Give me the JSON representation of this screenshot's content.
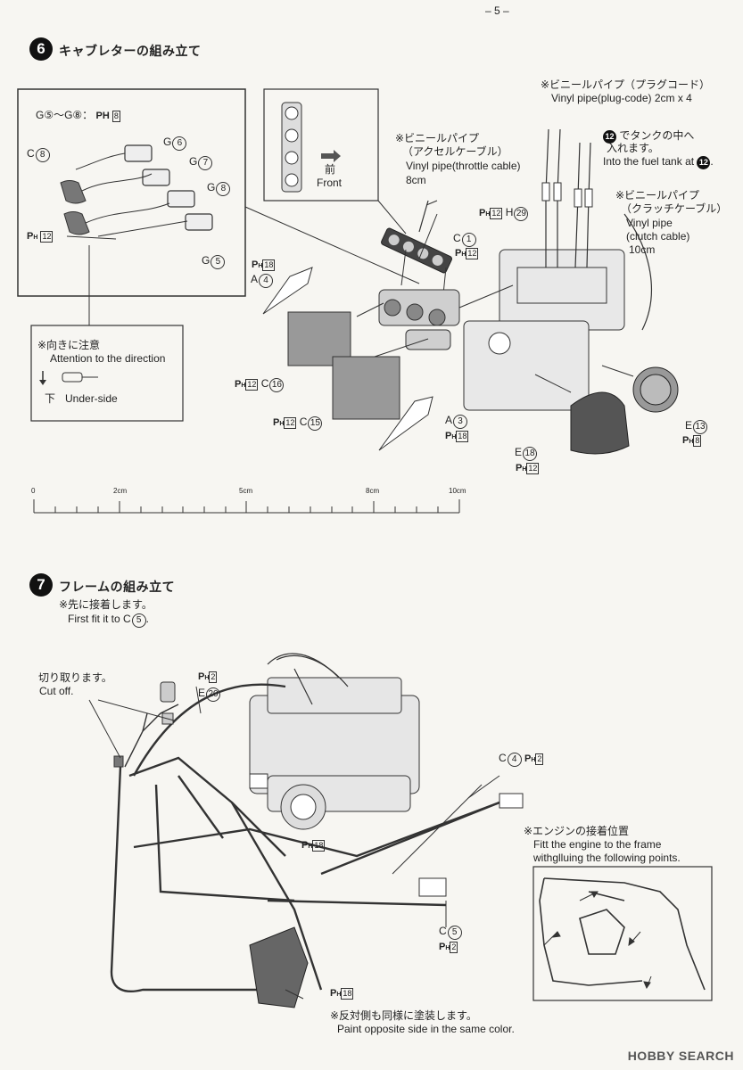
{
  "page_number": "– 5 –",
  "step6": {
    "number": "6",
    "title": "キャブレターの組み立て",
    "inset_header": "G⑤～G⑧：",
    "inset_header_paint": "PH",
    "inset_header_code": "8",
    "direction_note_jp": "※向きに注意",
    "direction_note_en": "Attention to the direction",
    "underside_jp": "下",
    "underside_en": "Under-side",
    "front_jp": "前",
    "front_en": "Front",
    "throttle_jp": "※ビニールパイプ",
    "throttle_jp2": "（アクセルケーブル）",
    "throttle_en": "Vinyl pipe(throttle cable)",
    "throttle_len": "8cm",
    "plug_jp": "※ビニールパイプ（プラグコード）",
    "plug_en": "Vinyl pipe(plug-code) 2cm x 4",
    "tank_jp": "でタンクの中へ",
    "tank_jp2": "入れます。",
    "tank_en": "Into the fuel tank at",
    "tank_ref": "12",
    "clutch_jp": "※ビニールパイプ",
    "clutch_jp2": "（クラッチケーブル）",
    "clutch_en1": "Vinyl pipe",
    "clutch_en2": "(clutch cable)",
    "clutch_len": "10cm",
    "parts": {
      "g6": "G",
      "g6n": "6",
      "g7": "G",
      "g7n": "7",
      "g8": "G",
      "g8n": "8",
      "g5": "G",
      "g5n": "5",
      "c8": "C",
      "c8n": "8",
      "inset_ph12": "12",
      "c1": "C",
      "c1n": "1",
      "c1ph": "12",
      "h29": "H",
      "h29n": "29",
      "h29ph": "12",
      "a4": "A",
      "a4n": "4",
      "a4ph": "18",
      "c16": "C",
      "c16n": "16",
      "c16ph": "12",
      "c15": "C",
      "c15n": "15",
      "c15ph": "12",
      "a3": "A",
      "a3n": "3",
      "a3ph": "18",
      "e13": "E",
      "e13n": "13",
      "e13ph": "8",
      "e18": "E",
      "e18n": "18",
      "e18ph": "12"
    }
  },
  "ruler": {
    "t0": "0",
    "t2": "2cm",
    "t5": "5cm",
    "t8": "8cm",
    "t10": "10cm"
  },
  "step7": {
    "number": "7",
    "title": "フレームの組み立て",
    "fit_jp": "※先に接着します。",
    "fit_en": "First fit it to C",
    "fit_ref": "5",
    "cut_jp": "切り取ります。",
    "cut_en": "Cut off.",
    "e20": "E",
    "e20n": "20",
    "e20ph": "2",
    "c4": "C",
    "c4n": "4",
    "c4ph": "2",
    "ph18a": "18",
    "c5": "C",
    "c5n": "5",
    "c5ph": "2",
    "ph18b": "18",
    "engine_jp": "※エンジンの接着位置",
    "engine_en1": "Fitt the engine to the frame",
    "engine_en2": "withglluing the following points.",
    "paint_jp": "※反対側も同様に塗装します。",
    "paint_en": "Paint opposite side in the same color."
  },
  "watermark": "HOBBY SEARCH"
}
